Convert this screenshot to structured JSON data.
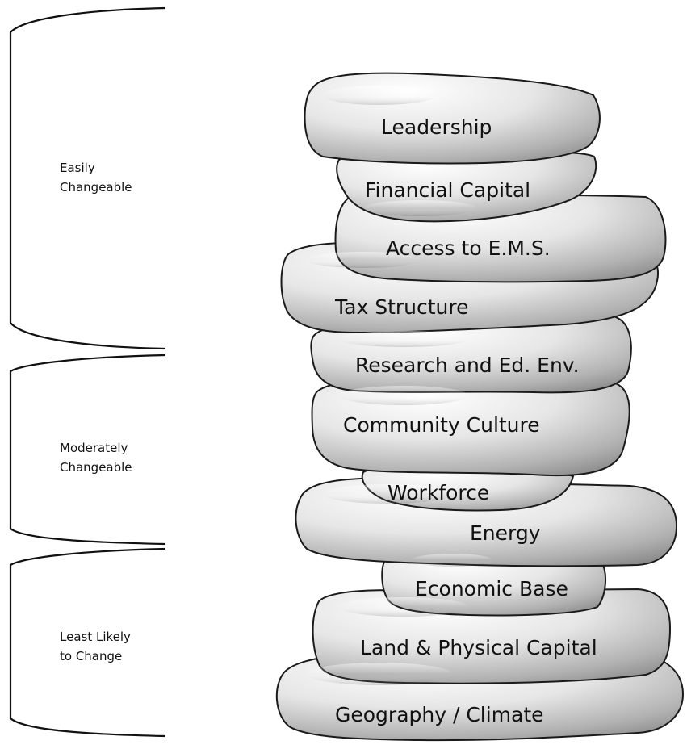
{
  "groups": [
    {
      "line1": "Easily",
      "line2": "Changeable"
    },
    {
      "line1": "Moderately",
      "line2": "Changeable"
    },
    {
      "line1": "Least Likely",
      "line2": "to Change"
    }
  ],
  "stones": [
    "Geography / Climate",
    "Land & Physical Capital",
    "Economic Base",
    "Energy",
    "Workforce",
    "Community Culture",
    "Research and Ed. Env.",
    "Tax Structure",
    "Access to E.M.S.",
    "Financial Capital",
    "Leadership"
  ],
  "colors": {
    "stone_light": "#ffffff",
    "stone_dark": "#8a8a8a",
    "outline": "#1a1a1a"
  }
}
